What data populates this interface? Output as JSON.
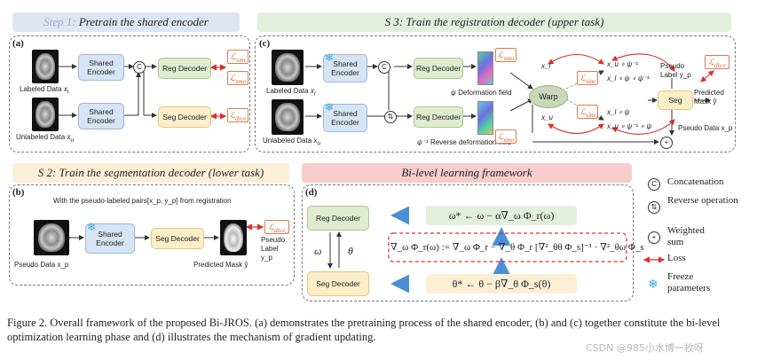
{
  "banners": {
    "step1_prefix": "Step 1:",
    "step1": " Pretrain the shared encoder",
    "s3": "S 3: Train the registration decoder (upper task)",
    "s2": "S 2: Train the segmentation decoder (lower task)",
    "bilevel": "Bi-level learning framework"
  },
  "panel_a": {
    "label": "(a)",
    "labeled_data": "Labeled Data",
    "labeled_var": "x",
    "labeled_sub": "l",
    "unlabeled_data": "Unlabeled Data",
    "unlabeled_var": "x",
    "unlabeled_sub": "u",
    "shared_encoder": "Shared Encoder",
    "reg_decoder": "Reg Decoder",
    "seg_decoder": "Seg Decoder",
    "concat": "C",
    "loss_sim": "sim",
    "loss_smo": "smo",
    "loss_dice": "dice"
  },
  "panel_c": {
    "label": "(c)",
    "labeled_data": "Labeled Data",
    "unlabeled_data": "Unlabeled Data",
    "shared_encoder": "Shared Encoder",
    "reg_decoder": "Reg Decoder",
    "seg_decoder": "Seg Decoder",
    "psi_field": "Deformation field",
    "psi_sym": "ψ",
    "psi_inv_sym": "ψ⁻¹",
    "psi_inv_field": "Reverse deformation field",
    "warp": "Warp",
    "seg": "Seg",
    "xl": "x_l",
    "xu": "x_u",
    "warp_top1": "x_u ∘ ψ⁻¹",
    "warp_top2": "x_l ∘ ψ ∘ ψ⁻¹",
    "warp_bot1": "x_l ∘ ψ",
    "warp_bot2": "x_u ∘ ψ⁻¹ ∘ ψ",
    "pseudo_label": "Pseudo Label y_p",
    "predicted_mask": "Predicted Mask ŷ",
    "pseudo_data": "Pseudo Data x_p",
    "loss_smo": "smo",
    "loss_sim": "sim",
    "loss_dice": "dice"
  },
  "panel_b": {
    "label": "(b)",
    "note": "With the pseudo-labeled pairs[x_p, y_p] from registration",
    "pseudo_data": "Pseudo Data x_p",
    "shared_encoder": "Shared Encoder",
    "seg_decoder": "Seg Decoder",
    "predicted_mask": "Predicted  Mask ŷ",
    "pseudo_label": "Pseudo Label y_p",
    "loss_dice": "dice"
  },
  "panel_d": {
    "label": "(d)",
    "reg_decoder": "Reg Decoder",
    "seg_decoder": "Seg Decoder",
    "omega": "ω",
    "theta": "θ",
    "eq_top": "ω* ← ω − α∇_ω Φ_r(ω)",
    "eq_mid": "∇_ω Φ_r(ω) := ∇_ω Φ_r − ∇_θ Φ_r [∇²_θθ Φ_s]⁻¹ · ∇²_θω Φ_s",
    "eq_bot": "θ* ← θ − β∇_θ Φ_s(θ)"
  },
  "legend": {
    "concat_sym": "C",
    "concat": "Concatenation",
    "reverse_sym": "⇅",
    "reverse": "Reverse operation",
    "sum_sym": "+",
    "sum": "Weighted sum",
    "loss": "Loss",
    "freeze": "Freeze parameters"
  },
  "caption": "Figure 2. Overall framework of the proposed Bi-JROS. (a) demonstrates the pretraining process of the shared encoder, (b) and (c) together constitute the bi-level optimization learning phase and (d) illustrates the mechanism of gradient updating.",
  "watermark": "CSDN @985小水博一枚呀",
  "colors": {
    "banner_blue": "#dde7f3",
    "banner_green": "#e3efdc",
    "banner_yellow": "#fbf0d6",
    "banner_pink": "#f6cccc",
    "loss_orange": "#e07a4a",
    "arrow_red": "#d9302c",
    "freeze_blue": "#3ba7e6"
  }
}
